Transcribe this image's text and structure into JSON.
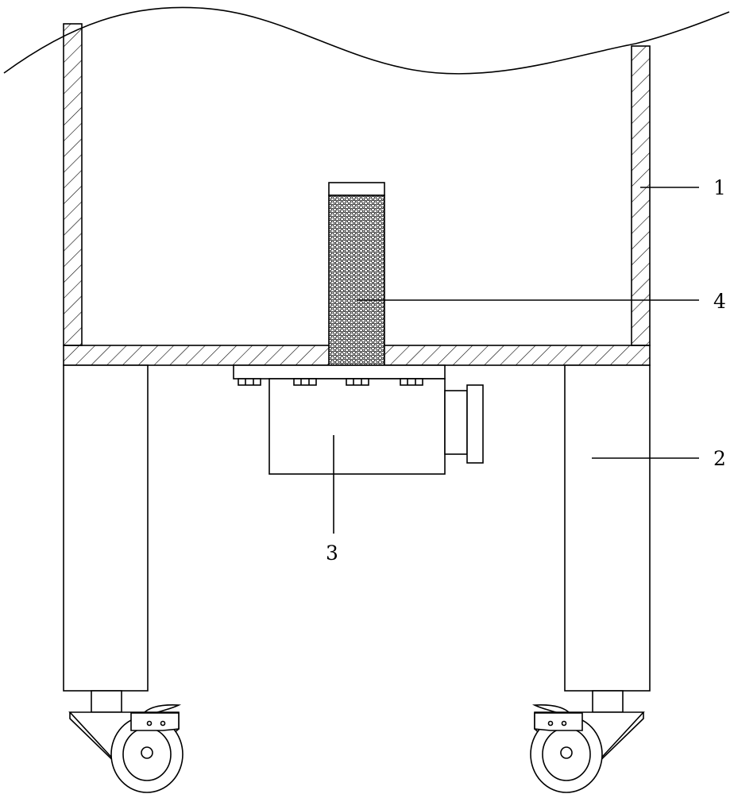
{
  "diagram": {
    "labels": {
      "tank": "1",
      "leg": "2",
      "motor_unit": "3",
      "filter_column": "4"
    },
    "colors": {
      "line": "#000000",
      "background": "#ffffff"
    }
  }
}
